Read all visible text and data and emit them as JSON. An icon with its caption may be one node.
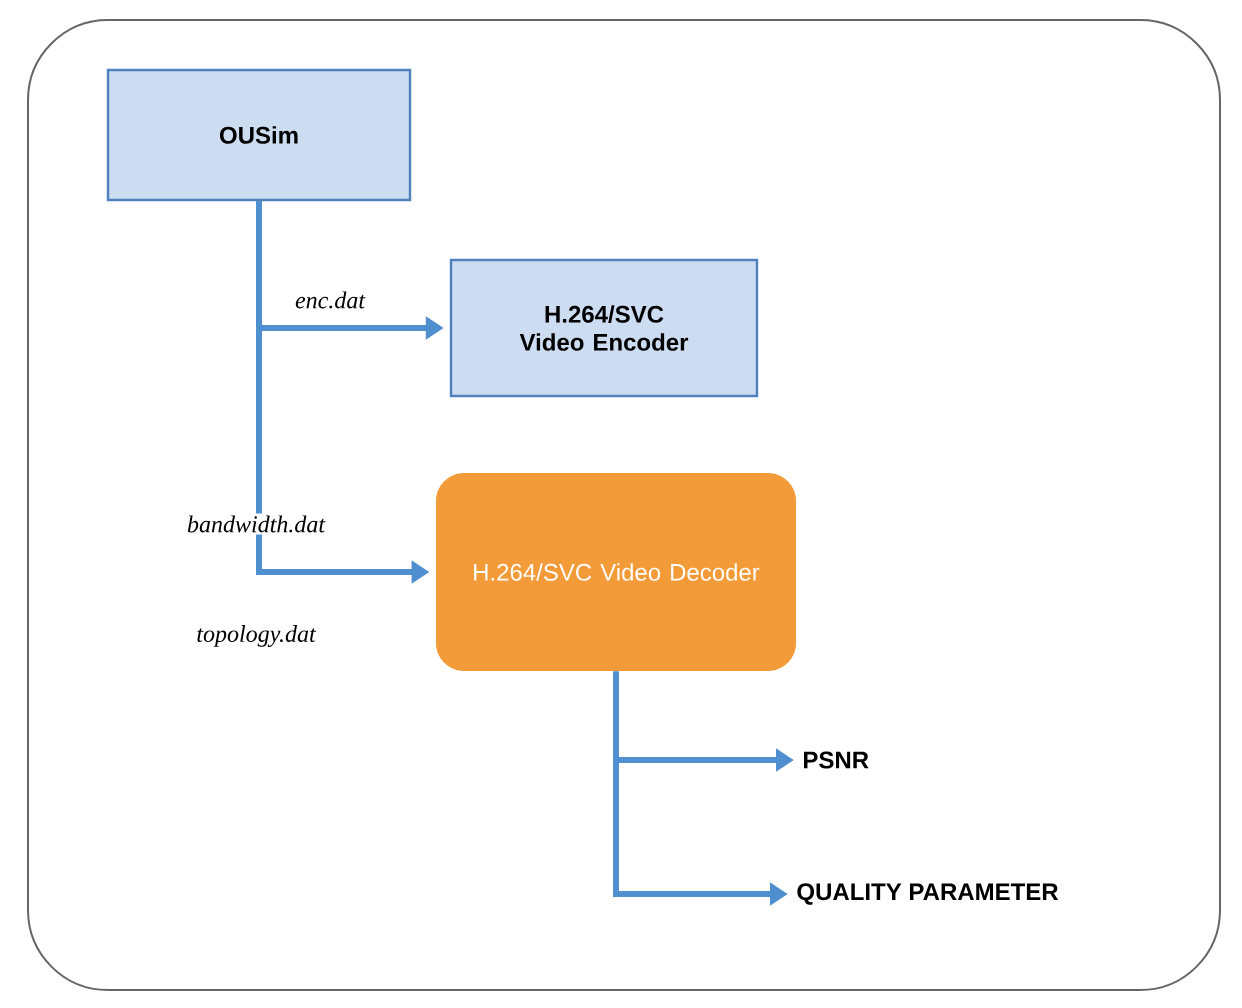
{
  "diagram": {
    "nodes": [
      {
        "text": [
          "OUSim"
        ]
      },
      {
        "text": [
          "H.264/SVC Video Encoder"
        ]
      },
      {
        "text": [
          "H.264/SVC Video Decoder"
        ]
      },
      {
        "text": [
          "PSNR"
        ]
      },
      {
        "text": [
          "QUALITY PARAMETER"
        ]
      }
    ],
    "edges": [
      {
        "from": 0,
        "to": 1,
        "arrow": "to",
        "label": "enc.dat"
      },
      {
        "from": 0,
        "to": 2,
        "arrow": "to",
        "label": "bandwidth.dat"
      },
      {
        "from": 2,
        "to": 3,
        "arrow": "to"
      },
      {
        "from": 2,
        "to": 4,
        "arrow": "to"
      }
    ],
    "labels": [
      "topology.dat"
    ]
  }
}
